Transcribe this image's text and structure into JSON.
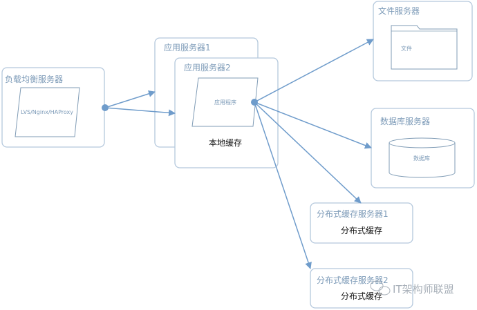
{
  "load_balancer": {
    "title": "负载均衡服务器",
    "software": "LVS/Nginx/HAProxy"
  },
  "app_server_1": {
    "title": "应用服务器1"
  },
  "app_server_2": {
    "title": "应用服务器2",
    "app": "应用程序",
    "local_cache": "本地缓存"
  },
  "file_server": {
    "title": "文件服务器",
    "file": "文件"
  },
  "db_server": {
    "title": "数据库服务器",
    "db": "数据库"
  },
  "cache_server_1": {
    "title": "分布式缓存服务器1",
    "cache": "分布式缓存"
  },
  "cache_server_2": {
    "title": "分布式缓存服务器2",
    "cache": "分布式缓存"
  },
  "watermark": "IT架构师联盟",
  "colors": {
    "arrow": "#6f9ccb",
    "box_border": "#b4c8dc",
    "title": "#7d9bb8"
  }
}
